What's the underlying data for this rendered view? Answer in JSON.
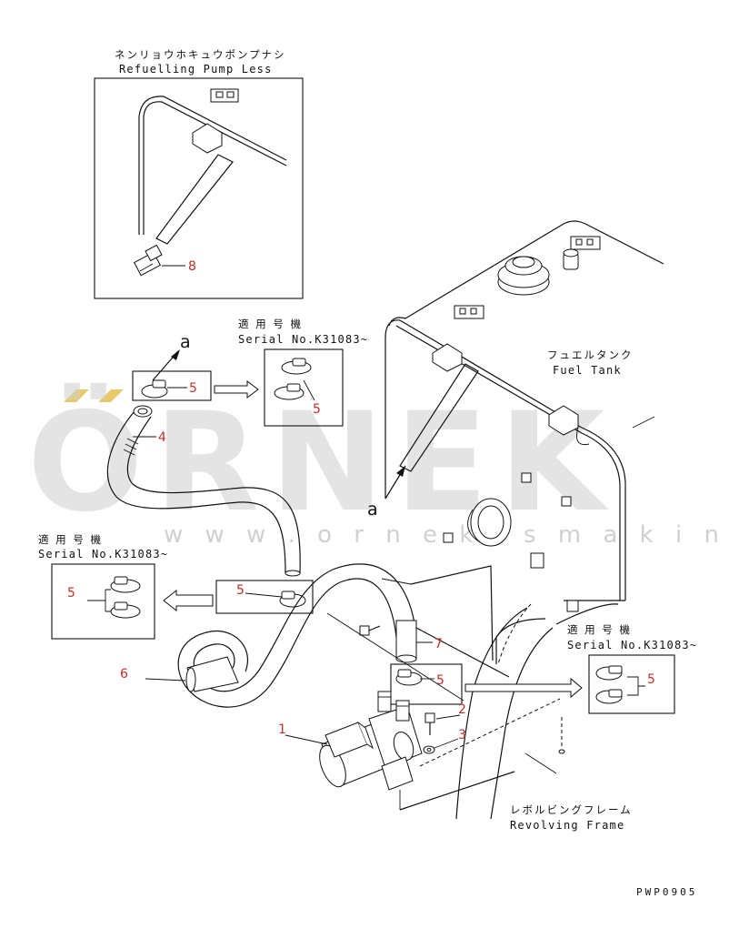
{
  "watermark": {
    "brand": "ÖRNEK",
    "url": "w w w . o r n e k i s m a k i n a l a r i . c o m . t r",
    "accent_color": "#e8c96a"
  },
  "inset": {
    "title_jp": "ネンリョウホキュウポンプナシ",
    "title_en": "Refuelling Pump Less",
    "part_number": "8"
  },
  "labels": {
    "fuel_tank_jp": "フュエルタンク",
    "fuel_tank_en": "Fuel Tank",
    "frame_jp": "レボルビングフレーム",
    "frame_en": "Revolving Frame",
    "drawing_code": "PWP0905"
  },
  "serial_notes": [
    {
      "jp": "適 用 号 機",
      "en": "Serial No.K31083~"
    },
    {
      "jp": "適 用 号 機",
      "en": "Serial No.K31083~"
    },
    {
      "jp": "適 用 号 機",
      "en": "Serial No.K31083~"
    }
  ],
  "view_letters": {
    "a_top": "a",
    "a_tank": "a"
  },
  "callouts": {
    "p1": "1",
    "p2": "2",
    "p3": "3",
    "p4": "4",
    "p5_a": "5",
    "p5_b": "5",
    "p5_c": "5",
    "p5_d": "5",
    "p5_e": "5",
    "p5_f": "5",
    "p6": "6",
    "p7": "7"
  }
}
